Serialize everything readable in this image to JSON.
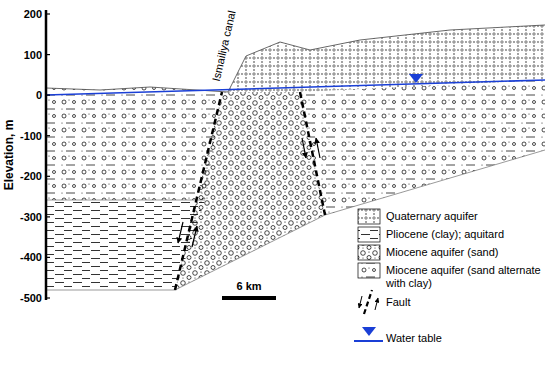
{
  "diagram": {
    "labels": [
      "200",
      "100",
      "0",
      "-100",
      "-200",
      "-300",
      "-400",
      "-500",
      "Elevation, m",
      "Ismailiya canal",
      "6 km"
    ],
    "legend": [
      {
        "text": "Quaternary aquifer"
      },
      {
        "text": "Pliocene (clay); aquitard"
      },
      {
        "text": "Miocene aquifer (sand)"
      },
      {
        "text": "Miocene aquifer (sand alternate with clay)"
      },
      {
        "text": "Fault"
      },
      {
        "text": "Water table"
      }
    ]
  }
}
